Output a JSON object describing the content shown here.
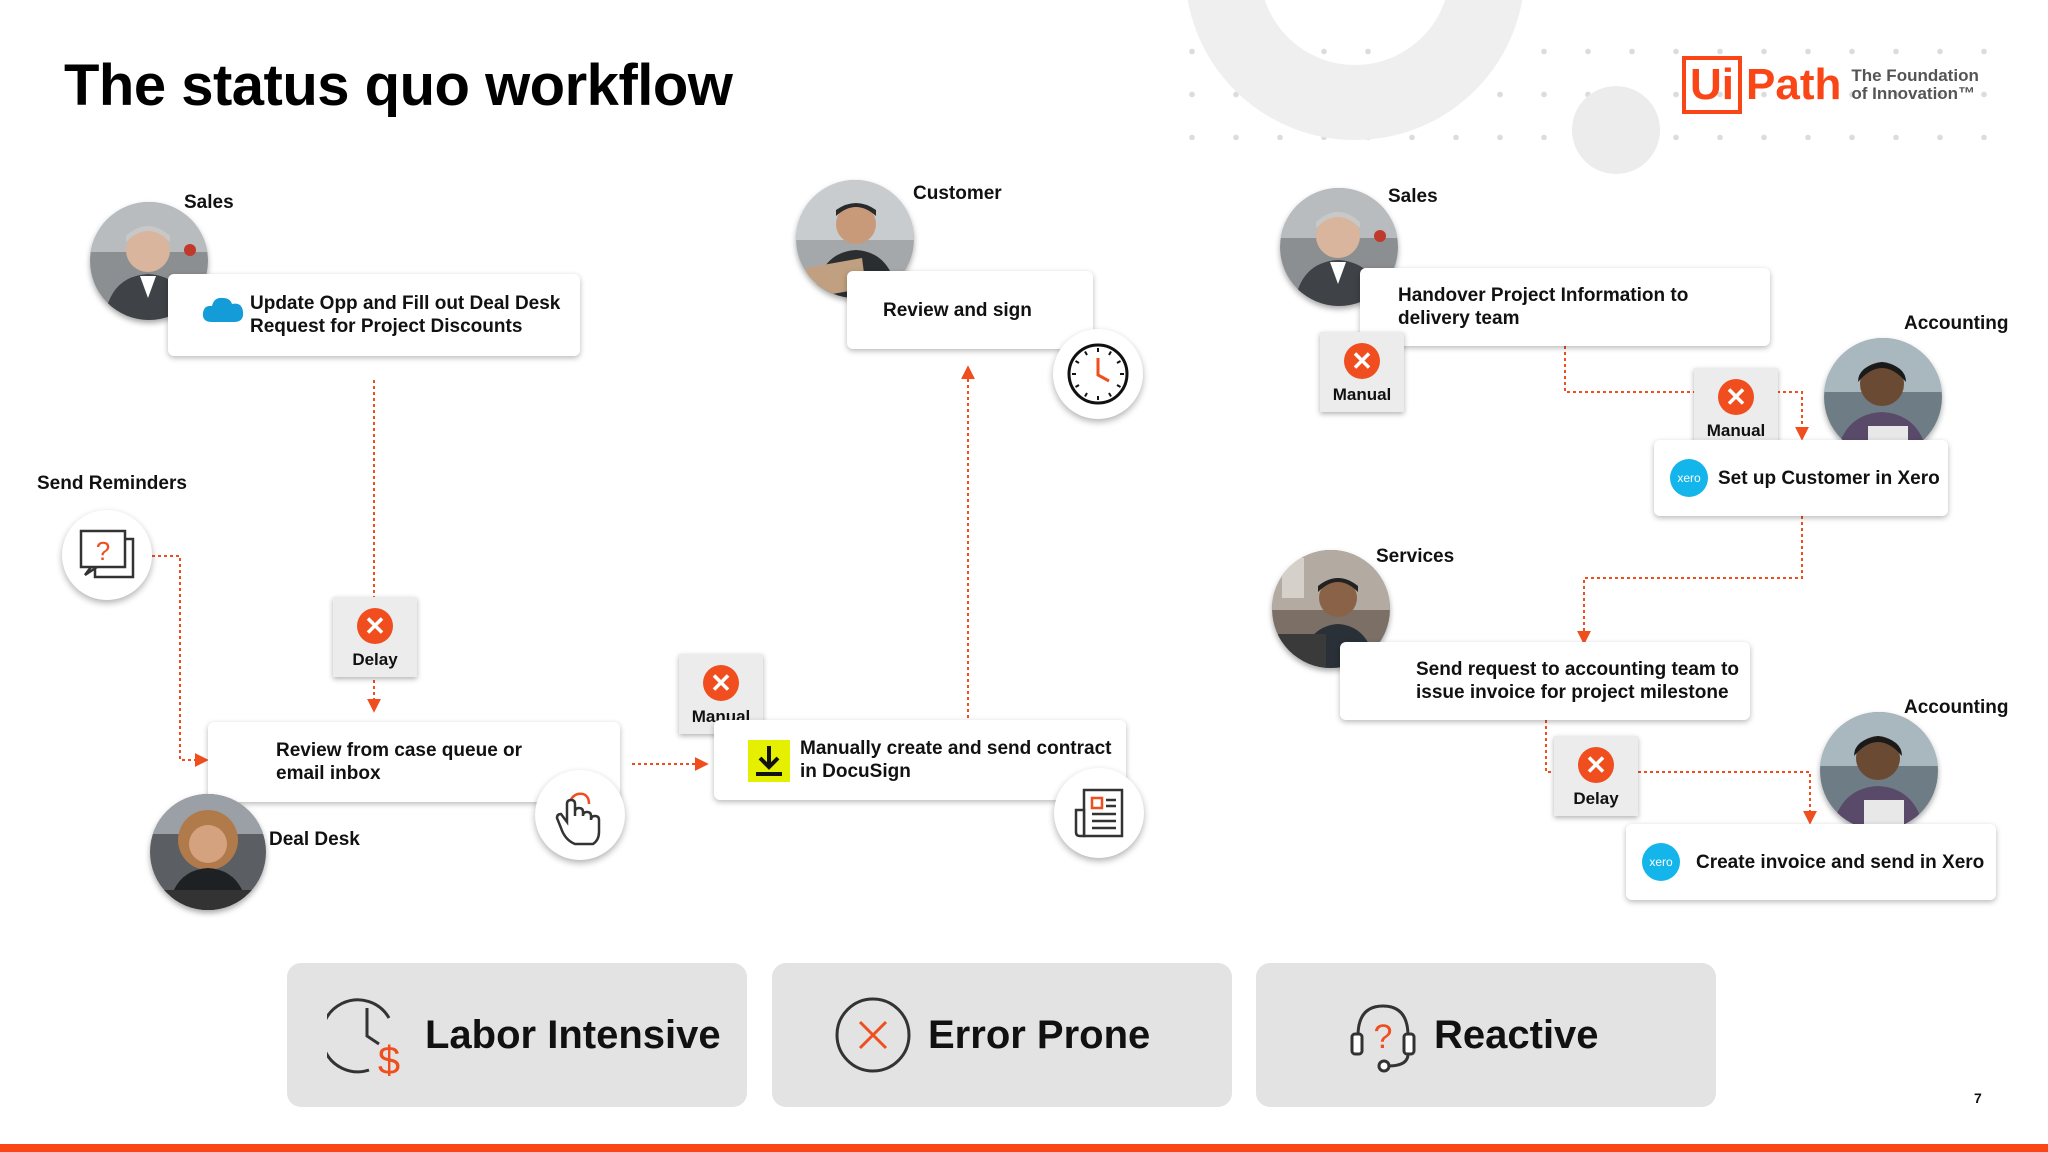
{
  "slide": {
    "title": "The status quo workflow",
    "page_number": "7"
  },
  "logo": {
    "brand_part1": "Ui",
    "brand_part2": "Path",
    "tagline_line1": "The Foundation",
    "tagline_line2": "of Innovation™"
  },
  "colors": {
    "accent": "#fa4616",
    "badge_bg": "#ececec",
    "summary_bg": "#e3e3e3",
    "xero_blue": "#13b5ea",
    "salesforce_blue": "#139cd8",
    "docusign_yellow": "#e5f000"
  },
  "roles": {
    "sales_1": "Sales",
    "send_reminders": "Send Reminders",
    "deal_desk": "Deal Desk",
    "customer": "Customer",
    "sales_2": "Sales",
    "accounting_1": "Accounting",
    "services": "Services",
    "accounting_2": "Accounting"
  },
  "steps": {
    "update_opp": "Update Opp and Fill out Deal Desk Request for Project Discounts",
    "review_queue": "Review from case queue or email inbox",
    "create_contract": "Manually create and send contract in DocuSign",
    "review_sign": "Review and sign",
    "handover": "Handover Project Information to delivery team",
    "setup_xero": "Set up Customer in Xero",
    "send_request": "Send request to accounting team to issue invoice for project milestone",
    "create_invoice": "Create invoice and send in Xero"
  },
  "badges": {
    "delay_1": "Delay",
    "manual_1": "Manual",
    "manual_2": "Manual",
    "manual_3": "Manual",
    "delay_2": "Delay"
  },
  "icons": {
    "xero_text": "xero",
    "question_mark": "?"
  },
  "summary": {
    "labor": "Labor Intensive",
    "error": "Error Prone",
    "reactive": "Reactive"
  }
}
